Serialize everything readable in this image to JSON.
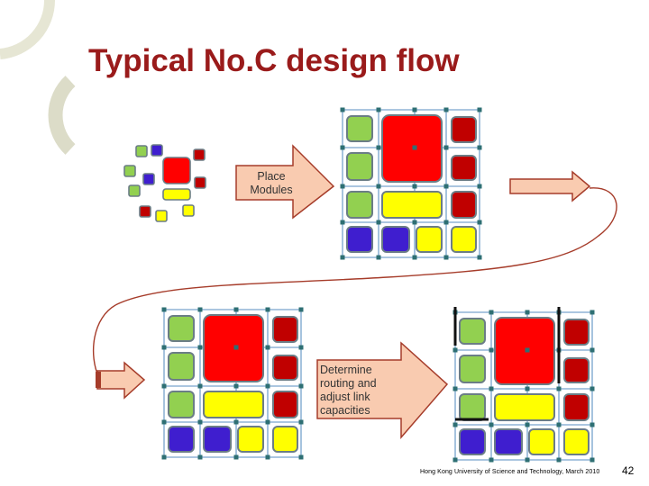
{
  "slide": {
    "title": "Typical No.C design flow",
    "arrow_place_label": "Place Modules",
    "arrow_route_label": "Determine routing and adjust link capacities",
    "footer": "Hong Kong University of Science and Technology, March 2010",
    "page_number": "42"
  },
  "colors": {
    "title": "#9a1b1b",
    "red_module": "#ff0000",
    "dark_red_module": "#c00000",
    "green_module": "#92d050",
    "yellow_module": "#ffff00",
    "blue_module": "#3f1ecf",
    "grid_line": "#8fb4d6",
    "router_node": "#2e6f73",
    "arrow_fill": "#f9cbb0",
    "arrow_stroke": "#a63c2a",
    "connector_curve": "#a63c2a",
    "decor_arc": "#dcdcc8"
  }
}
